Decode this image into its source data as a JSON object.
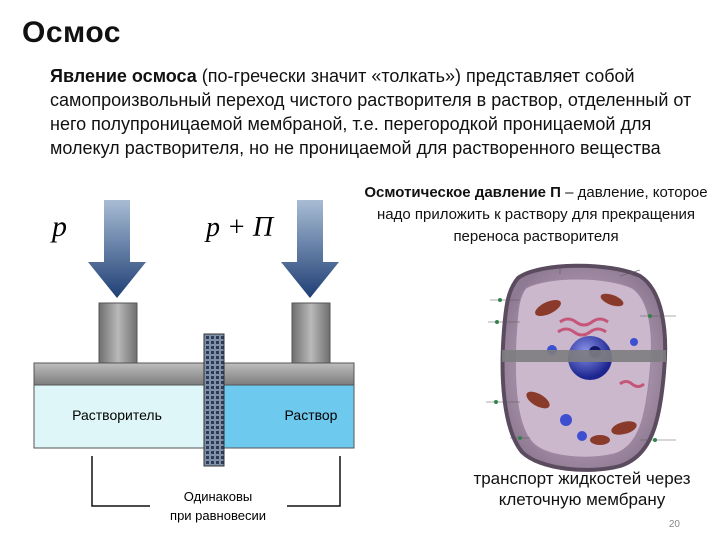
{
  "title": "Осмос",
  "intro": {
    "term": "Явление осмоса",
    "text": " (по-гречески значит «толкать») представляет собой самопроизвольный переход чистого растворителя в раствор, отделенный от него полупроницаемой мембраной, т.е. перегородкой проницаемой для молекул растворителя, но не проницаемой для растворенного вещества"
  },
  "pressure_definition": {
    "term": "Осмотическое давление П",
    "text": " – давление, которое надо приложить к раствору для прекращения переноса растворителя"
  },
  "diagram": {
    "pressure_left": "p",
    "pressure_right": "p +  Π",
    "left_label": "Растворитель",
    "right_label": "Раствор",
    "bracket_label_line1": "Одинаковы",
    "bracket_label_line2": "при равновесии",
    "colors": {
      "solvent": "#dff6f8",
      "solution": "#6ec9ef",
      "piston": "#8e8e8e",
      "arrow_top": "#a8bcd4",
      "arrow_bottom": "#1f3f75",
      "membrane": "#3a4a66"
    }
  },
  "cell_caption": "транспорт жидкостей через клеточную мембрану",
  "slide_number": "20"
}
